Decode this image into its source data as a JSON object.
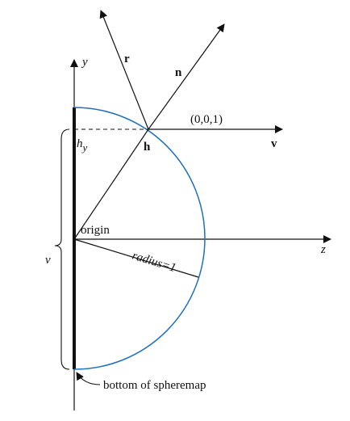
{
  "labels": {
    "y_axis": "y",
    "z_axis": "z",
    "r": "r",
    "n": "n",
    "coord": "(0,0,1)",
    "v_vec": "v",
    "h": "h",
    "hy_main": "h",
    "hy_sub": "y",
    "origin": "origin",
    "radius": "radius=1",
    "v_brace": "v",
    "bottom": "bottom of spheremap"
  },
  "colors": {
    "arc": "#1f6fc0",
    "ink": "#111111"
  }
}
